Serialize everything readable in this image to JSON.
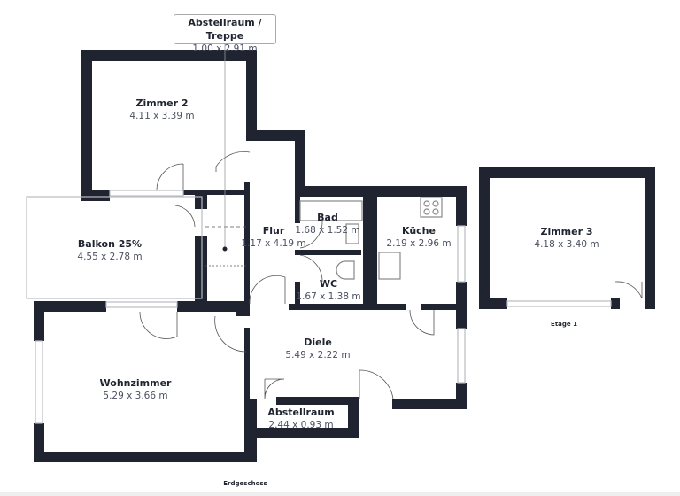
{
  "colors": {
    "wall": "#1f2430",
    "window": "#b9bcc2",
    "text_dim": "#4a5060"
  },
  "callout": {
    "name": "Abstellraum / Treppe",
    "dims": "1.00 x 2.91 m"
  },
  "rooms": [
    {
      "name": "Zimmer 2",
      "dims": "4.11 x 3.39 m"
    },
    {
      "name": "Balkon 25%",
      "dims": "4.55 x 2.78 m"
    },
    {
      "name": "Flur",
      "dims": "1.17 x 4.19 m"
    },
    {
      "name": "Bad",
      "dims": "1.68 x 1.52 m"
    },
    {
      "name": "Küche",
      "dims": "2.19 x 2.96 m"
    },
    {
      "name": "WC",
      "dims": "1.67 x 1.38 m"
    },
    {
      "name": "Diele",
      "dims": "5.49 x 2.22 m"
    },
    {
      "name": "Wohnzimmer",
      "dims": "5.29 x 3.66 m"
    },
    {
      "name": "Abstellraum",
      "dims": "2.44 x 0.93 m"
    },
    {
      "name": "Zimmer 3",
      "dims": "4.18 x 3.40 m"
    }
  ],
  "levels": {
    "ground": "Erdgeschoss",
    "upper": "Etage 1"
  }
}
